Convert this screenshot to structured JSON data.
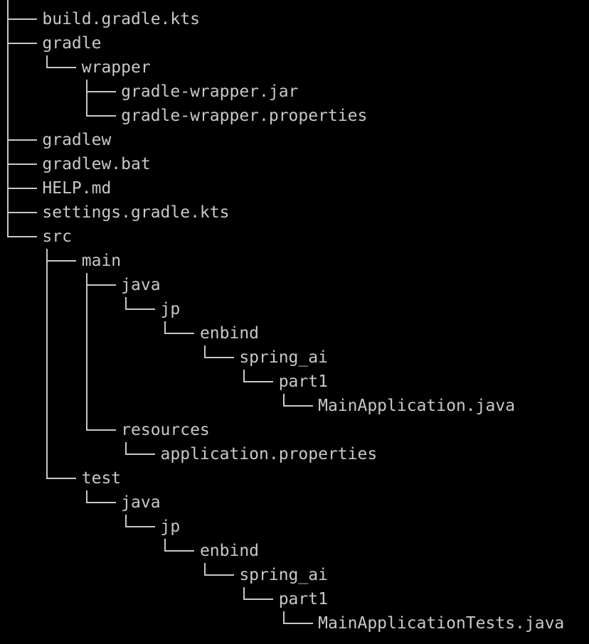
{
  "terminal": {
    "background_color": "#000000",
    "text_color": "#c8c8c8"
  },
  "tree": {
    "lines": [
      {
        "guide": "│",
        "name": "",
        "clipped": true
      },
      {
        "guide": "├── ",
        "name": "build.gradle.kts"
      },
      {
        "guide": "├── ",
        "name": "gradle"
      },
      {
        "guide": "│   └── ",
        "name": "wrapper"
      },
      {
        "guide": "│       ├── ",
        "name": "gradle-wrapper.jar"
      },
      {
        "guide": "│       └── ",
        "name": "gradle-wrapper.properties"
      },
      {
        "guide": "├── ",
        "name": "gradlew"
      },
      {
        "guide": "├── ",
        "name": "gradlew.bat"
      },
      {
        "guide": "├── ",
        "name": "HELP.md"
      },
      {
        "guide": "├── ",
        "name": "settings.gradle.kts"
      },
      {
        "guide": "└── ",
        "name": "src"
      },
      {
        "guide": "    ├── ",
        "name": "main"
      },
      {
        "guide": "    │   ├── ",
        "name": "java"
      },
      {
        "guide": "    │   │   └── ",
        "name": "jp"
      },
      {
        "guide": "    │   │       └── ",
        "name": "enbind"
      },
      {
        "guide": "    │   │           └── ",
        "name": "spring_ai"
      },
      {
        "guide": "    │   │               └── ",
        "name": "part1"
      },
      {
        "guide": "    │   │                   └── ",
        "name": "MainApplication.java"
      },
      {
        "guide": "    │   └── ",
        "name": "resources"
      },
      {
        "guide": "    │       └── ",
        "name": "application.properties"
      },
      {
        "guide": "    └── ",
        "name": "test"
      },
      {
        "guide": "        └── ",
        "name": "java"
      },
      {
        "guide": "            └── ",
        "name": "jp"
      },
      {
        "guide": "                └── ",
        "name": "enbind"
      },
      {
        "guide": "                    └── ",
        "name": "spring_ai"
      },
      {
        "guide": "                        └── ",
        "name": "part1"
      },
      {
        "guide": "                            └── ",
        "name": "MainApplicationTests.java"
      }
    ]
  }
}
